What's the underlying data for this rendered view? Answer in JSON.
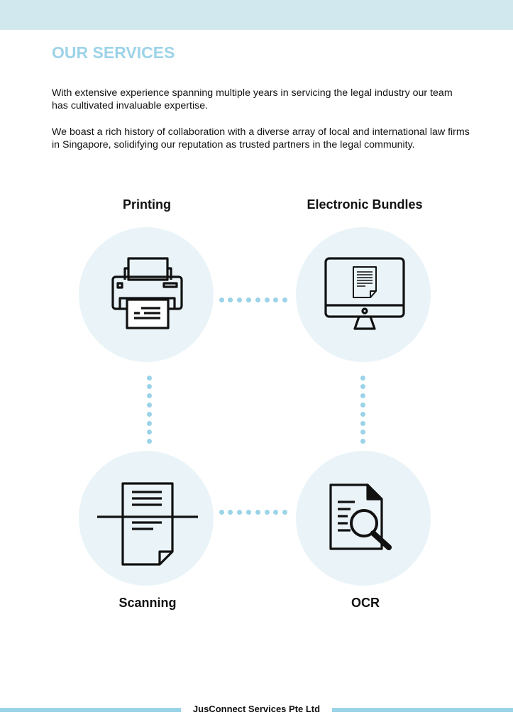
{
  "header": {
    "title": "OUR SERVICES"
  },
  "intro": {
    "paragraph1": "With extensive experience spanning multiple years in servicing the legal industry our team has cultivated invaluable expertise.",
    "paragraph2": "We boast a rich history of collaboration with a diverse array of local and international law firms in Singapore, solidifying our reputation as trusted partners in the legal community."
  },
  "services": [
    {
      "label": "Printing",
      "icon": "printer-icon"
    },
    {
      "label": "Electronic Bundles",
      "icon": "monitor-document-icon"
    },
    {
      "label": "Scanning",
      "icon": "scan-document-icon"
    },
    {
      "label": "OCR",
      "icon": "document-search-icon"
    }
  ],
  "footer": {
    "company": "JusConnect Services Pte Ltd"
  },
  "colors": {
    "accent": "#9dd3e8",
    "band": "#d1e8ef",
    "circle": "#eaf4f8"
  }
}
